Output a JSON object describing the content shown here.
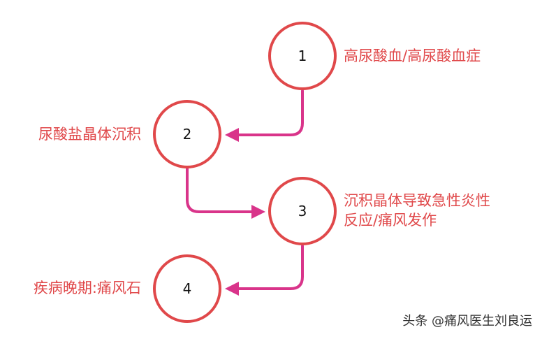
{
  "diagram": {
    "nodes": [
      {
        "id": "1",
        "label": "1",
        "description": [
          "高尿酸血/高尿酸血症"
        ]
      },
      {
        "id": "2",
        "label": "2",
        "description": [
          "尿酸盐晶体沉积"
        ]
      },
      {
        "id": "3",
        "label": "3",
        "description": [
          "沉积晶体导致急性炎性",
          "反应/痛风发作"
        ]
      },
      {
        "id": "4",
        "label": "4",
        "description": [
          "疾病晚期:痛风石"
        ]
      }
    ],
    "edges": [
      {
        "from": "1",
        "to": "2"
      },
      {
        "from": "2",
        "to": "3"
      },
      {
        "from": "3",
        "to": "4"
      }
    ],
    "colors": {
      "node_stroke": "#e0484a",
      "node_fill": "#ffffff",
      "edge": "#d9348a",
      "label_text": "#e0484a",
      "node_text": "#111111"
    }
  },
  "watermark": "头条 @痛风医生刘良运"
}
